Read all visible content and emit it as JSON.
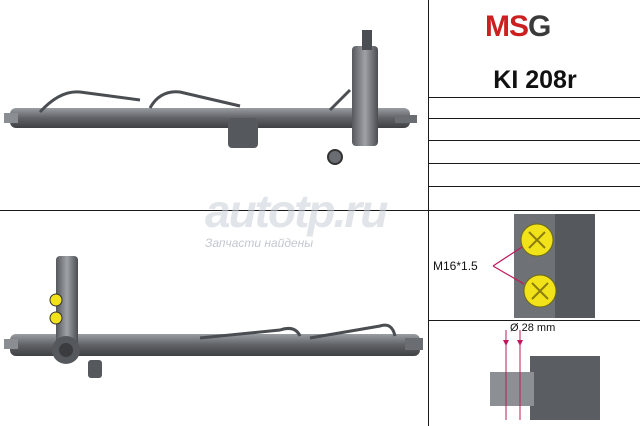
{
  "brand": {
    "logo_text": "MSG",
    "colors": {
      "primary": "#cc1f1f",
      "secondary": "#3a3a3a"
    }
  },
  "part_number": "KI 208r",
  "callouts": {
    "thread_size": "M16*1.5",
    "diameter": "Ø 28 mm"
  },
  "watermark": {
    "logo": "autotp.ru",
    "caption": "Запчасти найдены"
  },
  "port_color": "#f2e21a",
  "metal_color": "#6b6e72"
}
